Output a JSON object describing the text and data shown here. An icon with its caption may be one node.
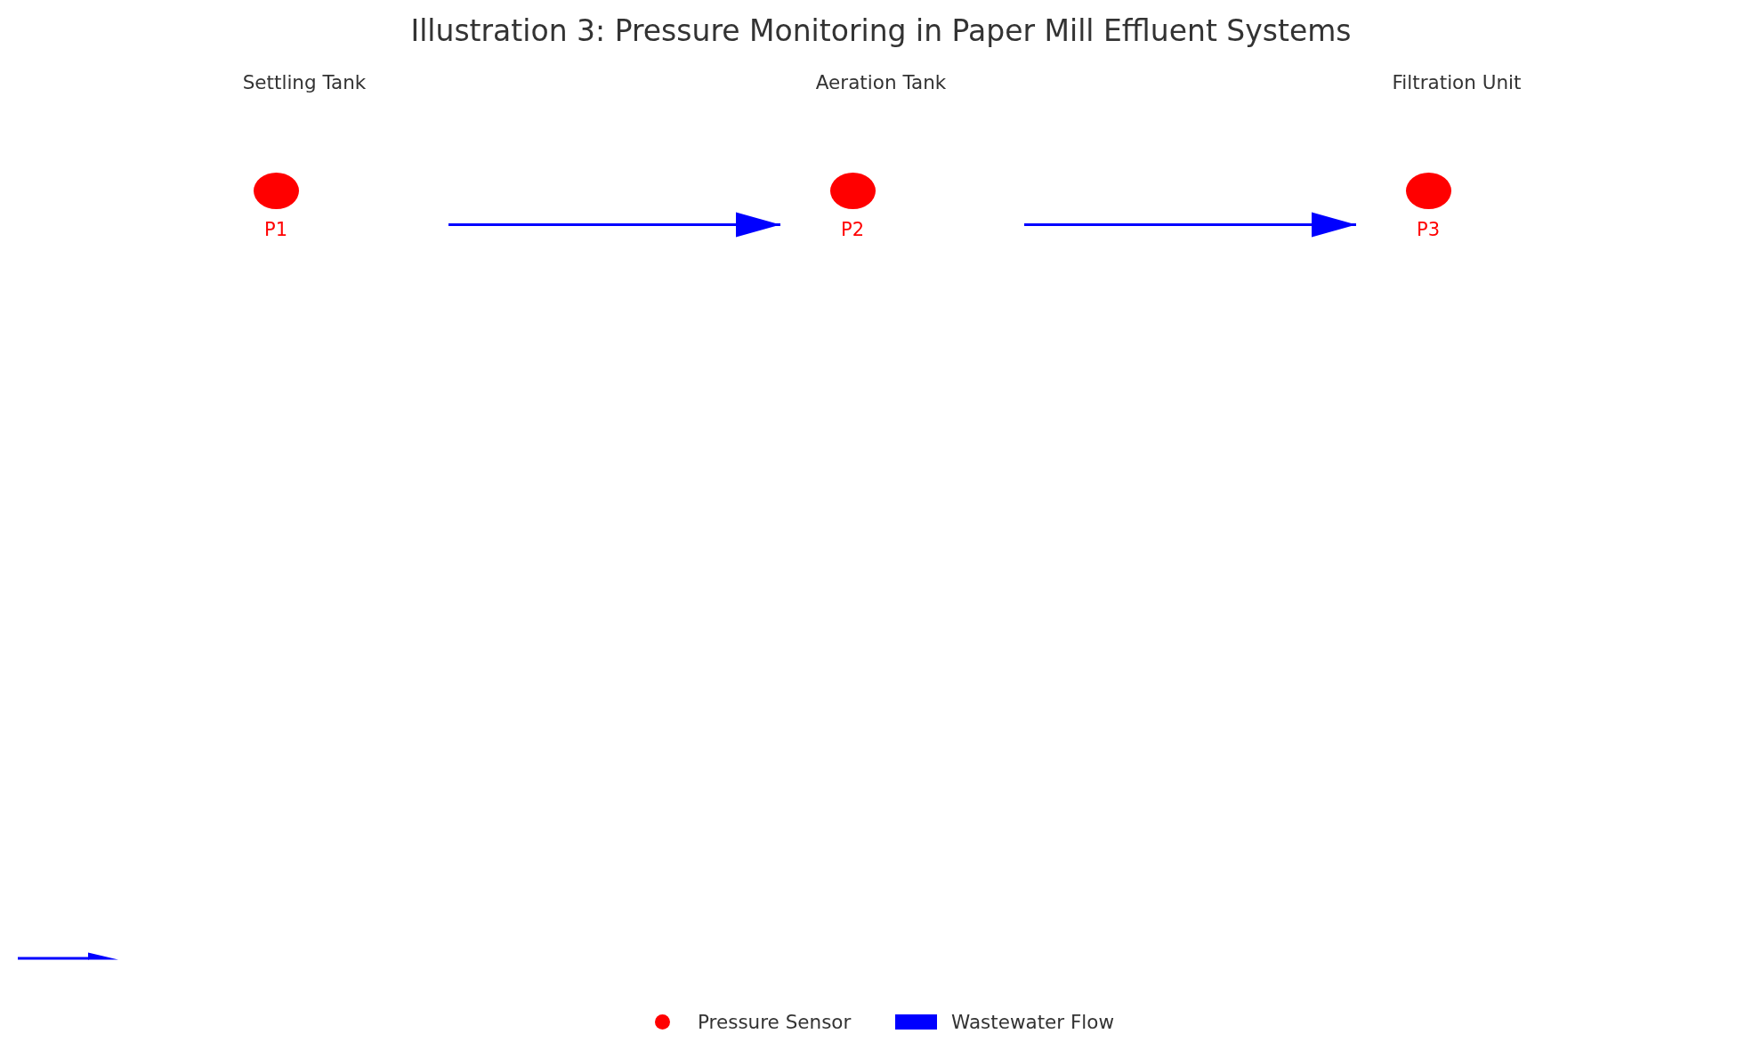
{
  "diagram": {
    "title": "Illustration 3: Pressure Monitoring in Paper Mill Effluent Systems",
    "nodes": [
      {
        "text": [
          "Settling Tank",
          "P1"
        ]
      },
      {
        "text": [
          "Aeration Tank",
          "P2"
        ]
      },
      {
        "text": [
          "Filtration Unit",
          "P3"
        ]
      }
    ],
    "edges": [
      {
        "from": 0,
        "to": 1,
        "arrow": "to"
      },
      {
        "from": 1,
        "to": 2,
        "arrow": "to"
      }
    ],
    "legend": [
      {
        "text": "Pressure Sensor",
        "color": "#ff0000"
      },
      {
        "text": "Wastewater Flow",
        "color": "#0000ff"
      }
    ]
  }
}
